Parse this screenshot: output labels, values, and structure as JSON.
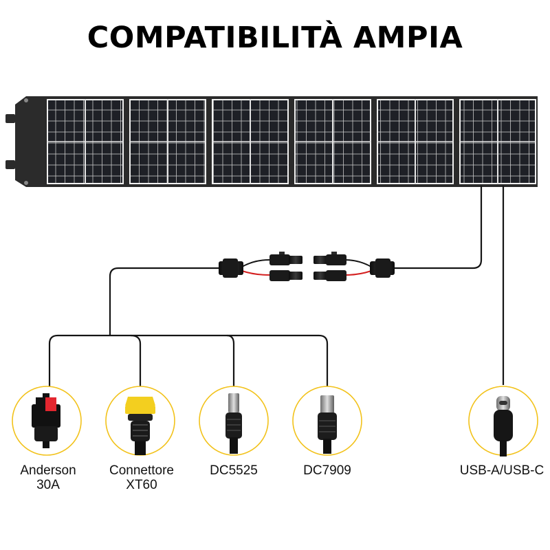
{
  "title": "COMPATIBILITÀ AMPIA",
  "connectors": [
    {
      "id": "anderson",
      "label_line1": "Anderson",
      "label_line2": "30A"
    },
    {
      "id": "xt60",
      "label_line1": "Connettore",
      "label_line2": "XT60"
    },
    {
      "id": "dc5525",
      "label_line1": "DC5525",
      "label_line2": ""
    },
    {
      "id": "dc7909",
      "label_line1": "DC7909",
      "label_line2": ""
    },
    {
      "id": "usb",
      "label_line1": "USB-A/USB-C",
      "label_line2": ""
    }
  ],
  "solar_panel": {
    "panel_count": 6
  },
  "colors": {
    "badge_ring": "#f2c21a",
    "panel_frame": "#2b2b2b",
    "cell_dark": "#1d1f24",
    "cable": "#141414",
    "red_wire": "#d42020",
    "xt60_yellow": "#f3cf1f",
    "anderson_red": "#e3262f"
  },
  "icons": [
    "solar-panel-icon",
    "mc4-connector-icon",
    "anderson-plug-icon",
    "xt60-plug-icon",
    "dc-barrel-plug-icon",
    "usb-c-plug-icon"
  ]
}
